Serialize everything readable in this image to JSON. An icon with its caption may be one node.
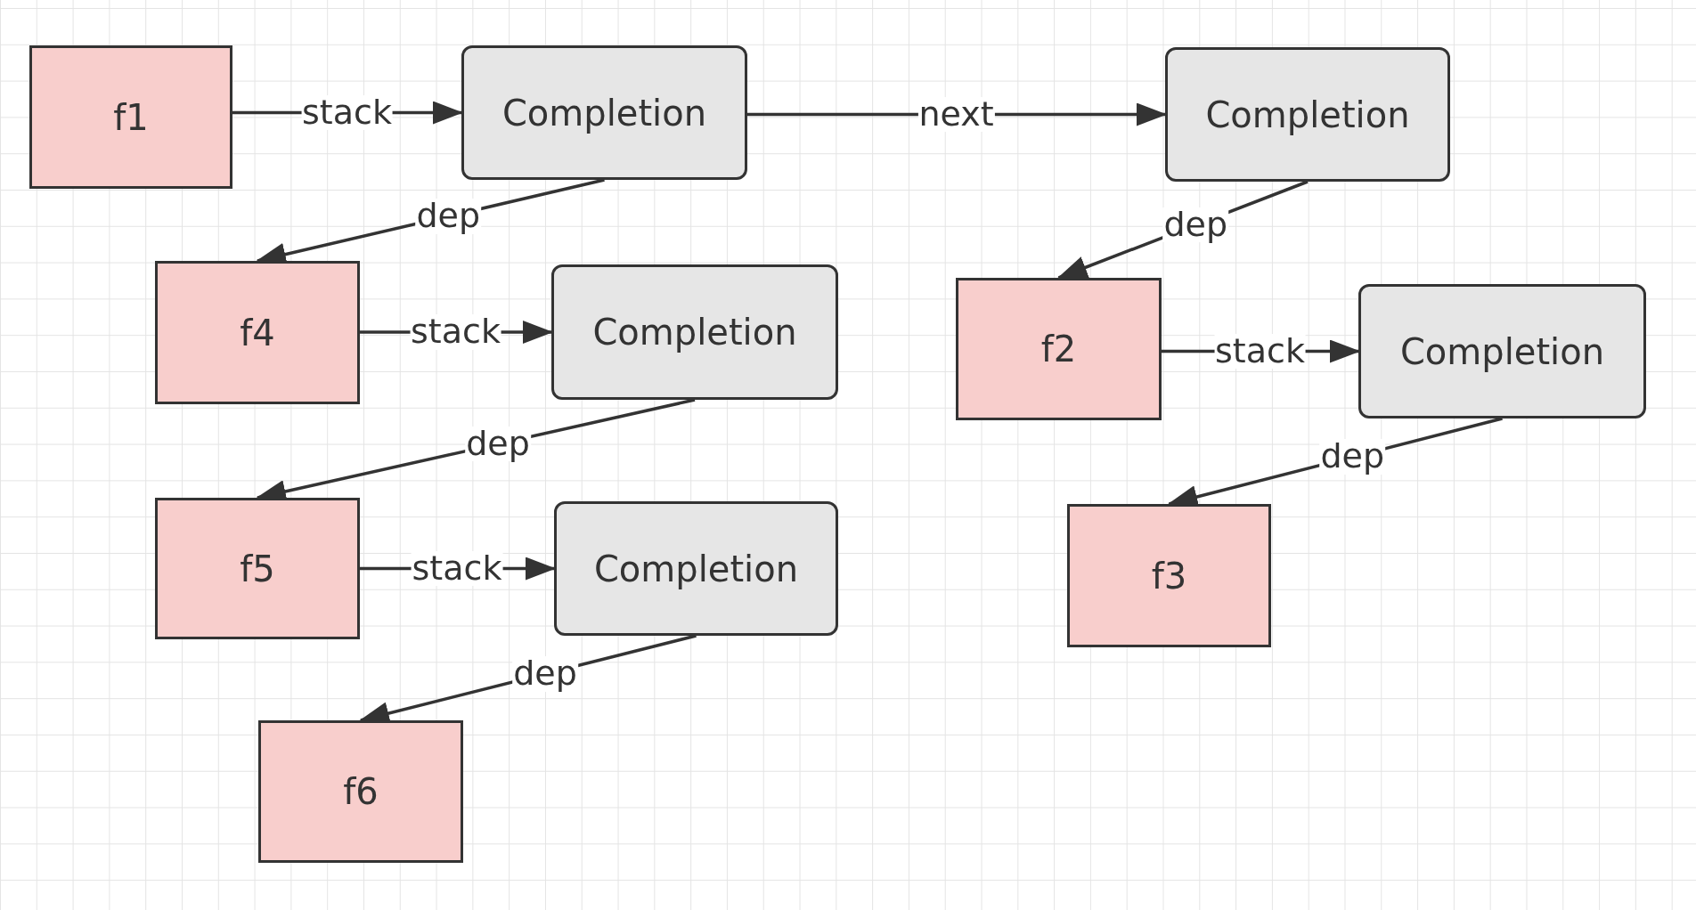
{
  "diagram": {
    "nodes": [
      {
        "text": [
          "f1"
        ]
      },
      {
        "text": [
          "Completion"
        ]
      },
      {
        "text": [
          "Completion"
        ]
      },
      {
        "text": [
          "f4"
        ]
      },
      {
        "text": [
          "Completion"
        ]
      },
      {
        "text": [
          "f2"
        ]
      },
      {
        "text": [
          "Completion"
        ]
      },
      {
        "text": [
          "f5"
        ]
      },
      {
        "text": [
          "Completion"
        ]
      },
      {
        "text": [
          "f3"
        ]
      },
      {
        "text": [
          "f6"
        ]
      }
    ],
    "edges": [
      {
        "from": 0,
        "to": 1,
        "arrow": "to",
        "label": "stack"
      },
      {
        "from": 1,
        "to": 2,
        "arrow": "to",
        "label": "next"
      },
      {
        "from": 1,
        "to": 3,
        "arrow": "to",
        "label": "dep"
      },
      {
        "from": 2,
        "to": 5,
        "arrow": "to",
        "label": "dep"
      },
      {
        "from": 3,
        "to": 4,
        "arrow": "to",
        "label": "stack"
      },
      {
        "from": 5,
        "to": 6,
        "arrow": "to",
        "label": "stack"
      },
      {
        "from": 4,
        "to": 7,
        "arrow": "to",
        "label": "dep"
      },
      {
        "from": 6,
        "to": 9,
        "arrow": "to",
        "label": "dep"
      },
      {
        "from": 7,
        "to": 8,
        "arrow": "to",
        "label": "stack"
      },
      {
        "from": 8,
        "to": 10,
        "arrow": "to",
        "label": "dep"
      }
    ]
  }
}
